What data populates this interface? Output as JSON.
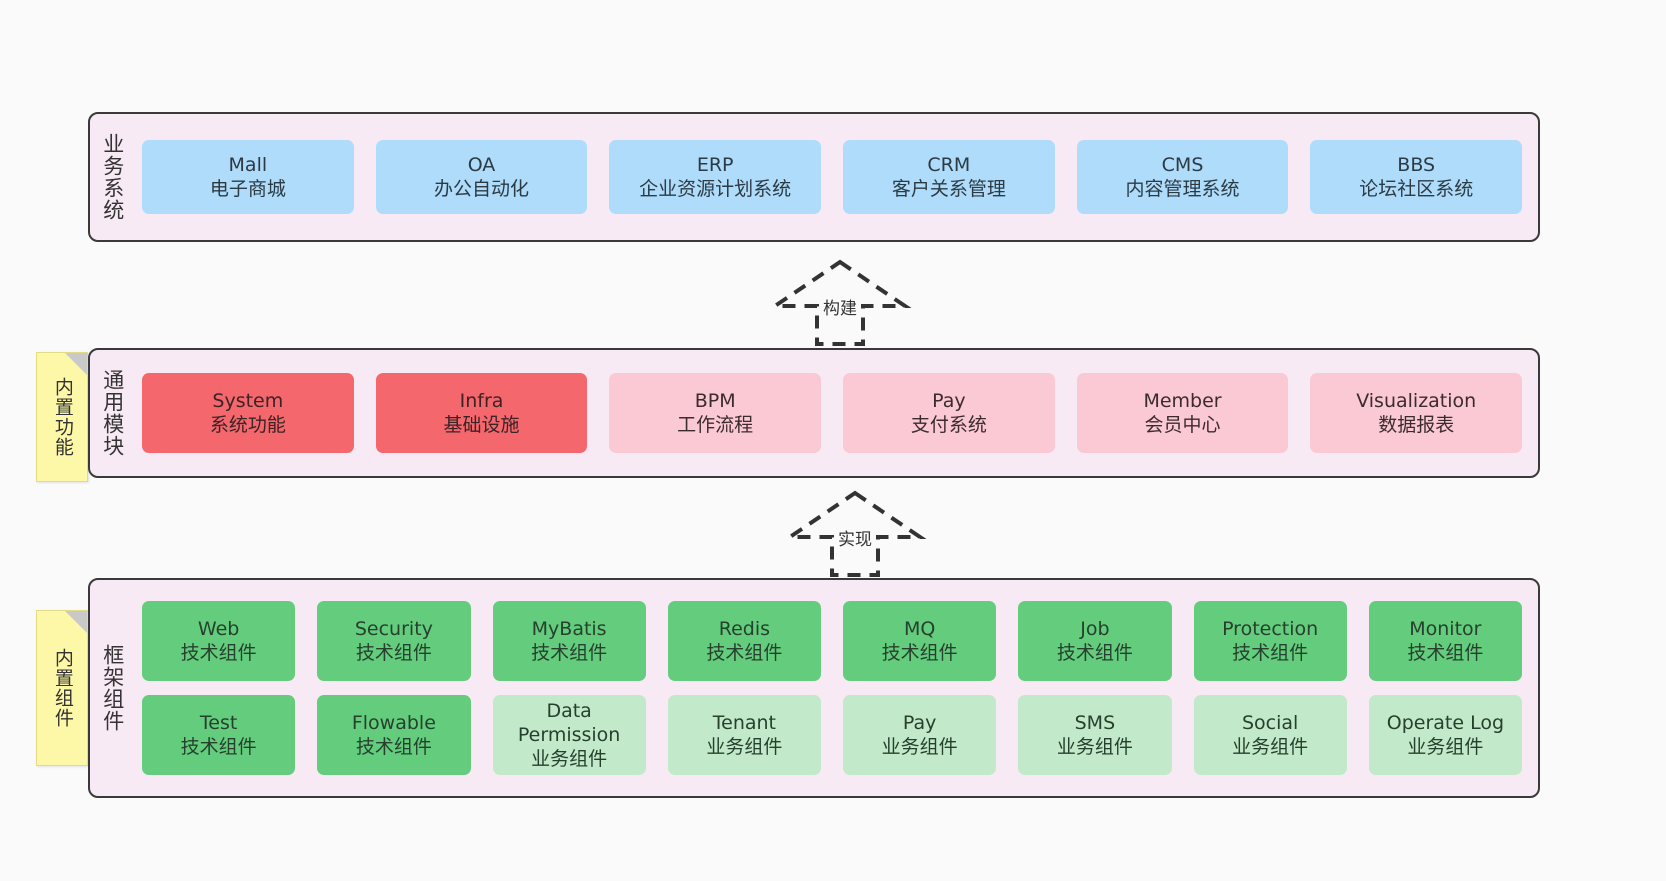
{
  "diagram": {
    "background_color": "#fafafa",
    "panel_color": "#f8eaf4",
    "panel_border_color": "#3a3a3a",
    "colors": {
      "blue": "#aedcfa",
      "red": "#f4676c",
      "pink": "#fbc9d3",
      "green": "#63cd7d",
      "light_green": "#c2e9c9",
      "note_yellow": "#fdf8a8",
      "note_fold": "#c9c9c9"
    }
  },
  "layers": {
    "business": {
      "title": "业务系统",
      "items": [
        {
          "name": "Mall",
          "desc": "电子商城",
          "color": "blue"
        },
        {
          "name": "OA",
          "desc": "办公自动化",
          "color": "blue"
        },
        {
          "name": "ERP",
          "desc": "企业资源计划系统",
          "color": "blue"
        },
        {
          "name": "CRM",
          "desc": "客户关系管理",
          "color": "blue"
        },
        {
          "name": "CMS",
          "desc": "内容管理系统",
          "color": "blue"
        },
        {
          "name": "BBS",
          "desc": "论坛社区系统",
          "color": "blue"
        }
      ]
    },
    "common": {
      "title": "通用模块",
      "note": "内置功能",
      "items": [
        {
          "name": "System",
          "desc": "系统功能",
          "color": "red"
        },
        {
          "name": "Infra",
          "desc": "基础设施",
          "color": "red"
        },
        {
          "name": "BPM",
          "desc": "工作流程",
          "color": "pink"
        },
        {
          "name": "Pay",
          "desc": "支付系统",
          "color": "pink"
        },
        {
          "name": "Member",
          "desc": "会员中心",
          "color": "pink"
        },
        {
          "name": "Visualization",
          "desc": "数据报表",
          "color": "pink"
        }
      ]
    },
    "framework": {
      "title": "框架组件",
      "note": "内置组件",
      "row1": [
        {
          "name": "Web",
          "desc": "技术组件",
          "color": "green"
        },
        {
          "name": "Security",
          "desc": "技术组件",
          "color": "green"
        },
        {
          "name": "MyBatis",
          "desc": "技术组件",
          "color": "green"
        },
        {
          "name": "Redis",
          "desc": "技术组件",
          "color": "green"
        },
        {
          "name": "MQ",
          "desc": "技术组件",
          "color": "green"
        },
        {
          "name": "Job",
          "desc": "技术组件",
          "color": "green"
        },
        {
          "name": "Protection",
          "desc": "技术组件",
          "color": "green"
        },
        {
          "name": "Monitor",
          "desc": "技术组件",
          "color": "green"
        }
      ],
      "row2": [
        {
          "name": "Test",
          "desc": "技术组件",
          "color": "green"
        },
        {
          "name": "Flowable",
          "desc": "技术组件",
          "color": "green"
        },
        {
          "name": "Data Permission",
          "desc": "业务组件",
          "color": "light_green"
        },
        {
          "name": "Tenant",
          "desc": "业务组件",
          "color": "light_green"
        },
        {
          "name": "Pay",
          "desc": "业务组件",
          "color": "light_green"
        },
        {
          "name": "SMS",
          "desc": "业务组件",
          "color": "light_green"
        },
        {
          "name": "Social",
          "desc": "业务组件",
          "color": "light_green"
        },
        {
          "name": "Operate Log",
          "desc": "业务组件",
          "color": "light_green"
        }
      ]
    }
  },
  "arrows": {
    "build": {
      "label": "构建",
      "style": "dashed-hollow-up"
    },
    "implement": {
      "label": "实现",
      "style": "dashed-hollow-up"
    }
  }
}
